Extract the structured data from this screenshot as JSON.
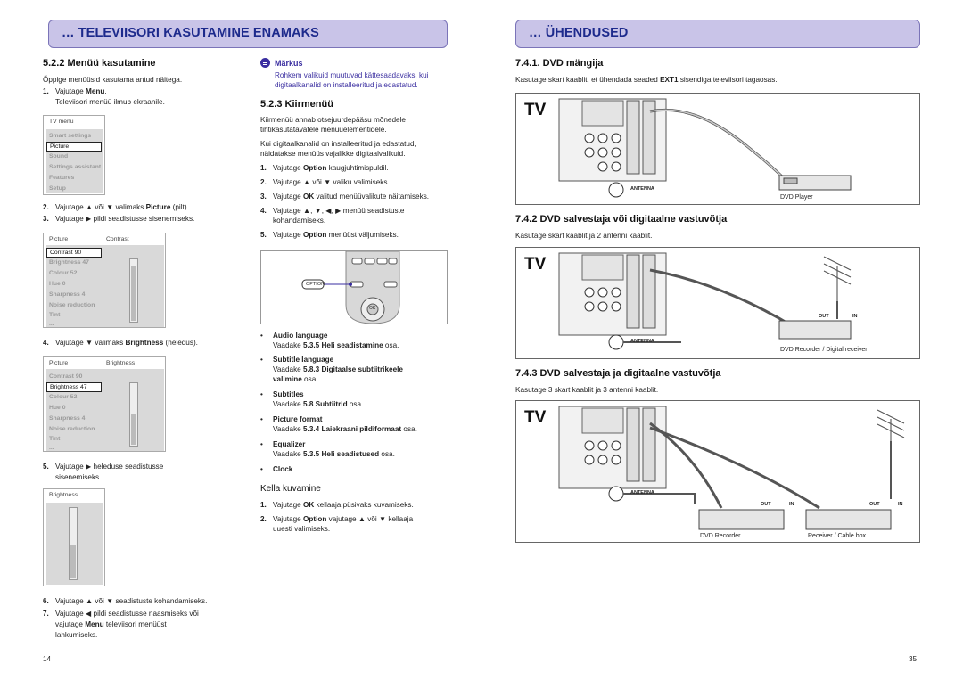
{
  "left_banner": "… TELEVIISORI KASUTAMINE ENAMAKS",
  "right_banner": "… ÜHENDUSED",
  "col1": {
    "heading": "5.2.2  Menüü kasutamine",
    "intro": "Õppige menüüsid kasutama antud näitega.",
    "step1_num": "1.",
    "step1_a": "Vajutage ",
    "step1_b": "Menu",
    "step1_c": ".",
    "step1_line2": "Televiisori menüü ilmub ekraanile.",
    "menu1": {
      "header": "TV menu",
      "items": [
        "Smart settings",
        "Picture",
        "Sound",
        "Settings assistant",
        "Features",
        "Setup"
      ]
    },
    "step2_num": "2.",
    "step2_a": "Vajutage ▲ või ▼ valimaks ",
    "step2_b": "Picture",
    "step2_c": " (pilt).",
    "step3_num": "3.",
    "step3": "Vajutage ▶ pildi seadistusse sisenemiseks.",
    "menu2": {
      "header": "Picture",
      "header2": "Contrast",
      "items": [
        "Contrast     90",
        "Brightness    47",
        "Colour        52",
        "Hue            0",
        "Sharpness    4",
        "Noise reduction",
        "Tint",
        "..."
      ]
    },
    "step4_num": "4.",
    "step4_a": "Vajutage ▼ valimaks ",
    "step4_b": "Brightness",
    "step4_c": " (heledus).",
    "menu3": {
      "header": "Picture",
      "header2": "Brightness",
      "items": [
        "Contrast     90",
        "Brightness    47",
        "Colour        52",
        "Hue            0",
        "Sharpness    4",
        "Noise reduction",
        "Tint",
        "..."
      ]
    },
    "step5_num": "5.",
    "step5_a": "Vajutage ▶ heleduse seadistusse",
    "step5_b": "sisenemiseks.",
    "menu4": {
      "header": "Brightness"
    },
    "step6_num": "6.",
    "step6": "Vajutage ▲ või ▼ seadistuste kohandamiseks.",
    "step7_num": "7.",
    "step7_a": "Vajutage ◀ pildi seadistusse naasmiseks või",
    "step7_b1": "vajutage ",
    "step7_b2": "Menu",
    "step7_b3": " televiisori menüüst",
    "step7_c": "lahkumiseks.",
    "page": "14"
  },
  "col2": {
    "note_title": "Märkus",
    "note_l1": "Rohkem valikuid muutuvad kättesaadavaks, kui",
    "note_l2": "digitaalkanalid on installeeritud ja edastatud.",
    "heading": "5.2.3  Kiirmenüü",
    "p1_l1": "Kiirmenüü annab otsejuurdepääsu mõnedele",
    "p1_l2": "tihtikasutatavatele menüüelementidele.",
    "p2_l1": "Kui digitaalkanalid on installeeritud ja edastatud,",
    "p2_l2": "näidatakse menüüs vajalikke digitaalvalikuid.",
    "s1": [
      "1.",
      "Vajutage ",
      "Option",
      " kaugjuhtimispuldil."
    ],
    "s2": [
      "2.",
      "Vajutage ▲ või ▼ valiku valimiseks."
    ],
    "s3": [
      "3.",
      "Vajutage ",
      "OK",
      " valitud menüüvalikute näitamiseks."
    ],
    "s4": [
      "4.",
      "Vajutage ▲, ▼, ◀, ▶ menüü seadistuste",
      "kohandamiseks."
    ],
    "s5": [
      "5.",
      "Vajutage ",
      "Option",
      " menüüst väljumiseks."
    ],
    "remote": {
      "option": "OPTION",
      "ok": "OK"
    },
    "bullets": [
      {
        "t": "Audio language",
        "d1": "Vaadake ",
        "d2": "5.3.5 Heli seadistamine",
        "d3": " osa."
      },
      {
        "t": "Subtitle language",
        "d1": "Vaadake ",
        "d2": "5.8.3 Digitaalse subtiitrikeele",
        "d3": ""
      },
      {
        "t": "",
        "d1": "",
        "d2": "valimine",
        "d3": " osa."
      },
      {
        "t": "Subtitles",
        "d1": "Vaadake ",
        "d2": "5.8 Subtiitrid",
        "d3": " osa."
      },
      {
        "t": "Picture format",
        "d1": "Vaadake ",
        "d2": "5.3.4 Laiekraani pildiformaat",
        "d3": " osa."
      },
      {
        "t": "Equalizer",
        "d1": "Vaadake ",
        "d2": "5.3.5 Heli seadistused",
        "d3": " osa."
      },
      {
        "t": "Clock",
        "d1": "",
        "d2": "",
        "d3": ""
      }
    ],
    "clock_heading": "Kella kuvamine",
    "c1": [
      "1.",
      "Vajutage ",
      "OK",
      " kellaaja püsivaks kuvamiseks."
    ],
    "c2": [
      "2.",
      "Vajutage ",
      "Option",
      " vajutage ▲ või ▼ kellaaja"
    ],
    "c2b": "uuesti valimiseks."
  },
  "right": {
    "h1": "7.4.1.  DVD mängija",
    "p1_a": "Kasutage skart kaablit, et ühendada seaded ",
    "p1_b": "EXT1",
    "p1_c": " sisendiga televiisori tagaosas.",
    "h2": "7.4.2  DVD salvestaja või digitaalne vastuvõtja",
    "p2": "Kasutage skart kaablit ja 2 antenni kaablit.",
    "h3": "7.4.3  DVD salvestaja ja digitaalne vastuvõtja",
    "p3": "Kasutage 3 skart kaablit ja 3 antenni kaablit.",
    "tv": "TV",
    "antenna": "ANTENNA",
    "out": "OUT",
    "in": "IN",
    "d1_label": "DVD Player",
    "d2_label": "DVD Recorder / Digital receiver",
    "d3_label1": "DVD Recorder",
    "d3_label2": "Receiver / Cable box",
    "page": "35"
  }
}
